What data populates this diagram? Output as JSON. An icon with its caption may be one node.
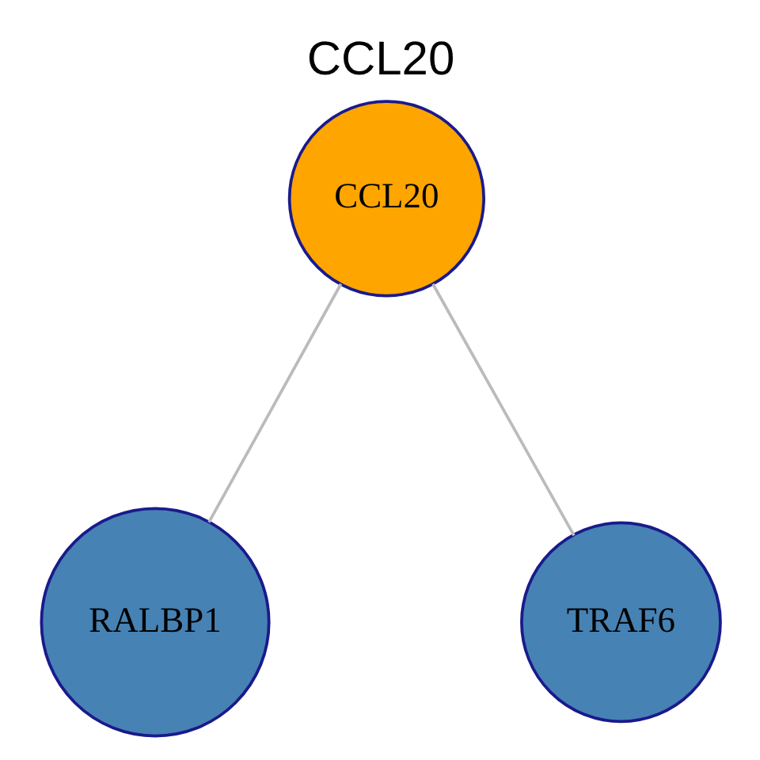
{
  "diagram": {
    "title": "CCL20",
    "nodes": [
      {
        "text": [
          "RALBP1"
        ]
      },
      {
        "text": [
          "CCL20"
        ]
      },
      {
        "text": [
          "TRAF6"
        ]
      }
    ],
    "edges": [
      {
        "from": 1,
        "to": 0,
        "arrow": "none"
      },
      {
        "from": 1,
        "to": 2,
        "arrow": "none"
      }
    ]
  }
}
